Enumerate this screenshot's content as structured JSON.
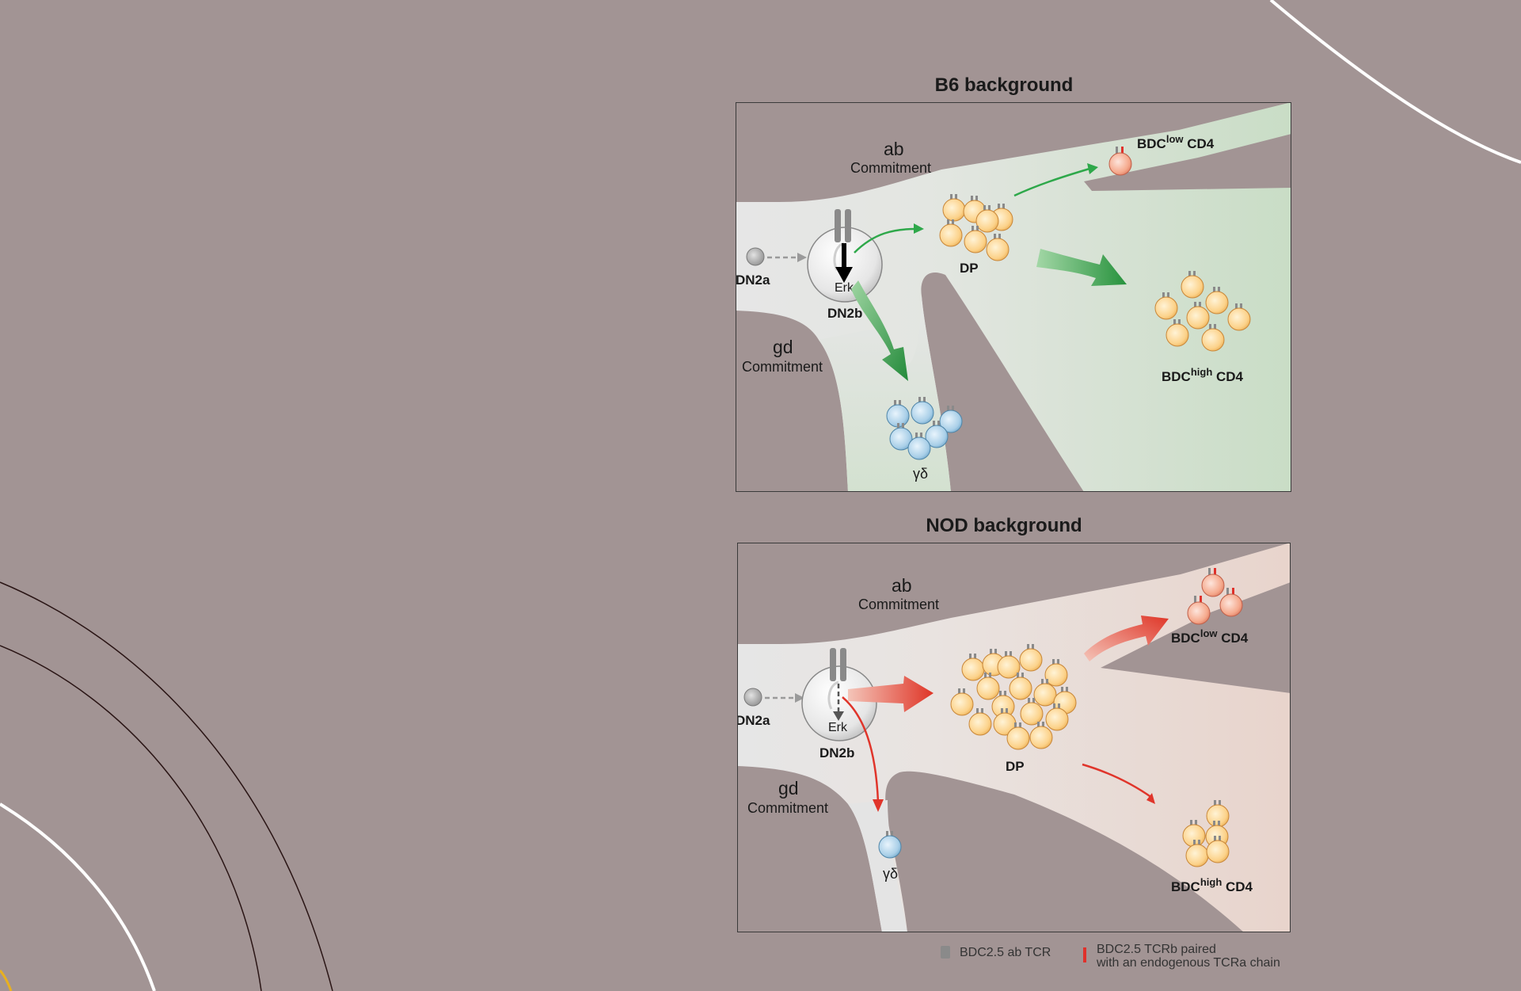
{
  "colors": {
    "background": "#a29494",
    "b6_lineage": "#d6e4d2",
    "nod_lineage": "#ecd9d2",
    "trunk": "#e2e2e2",
    "ab_cell": "#fcd28a",
    "gd_cell": "#a9cfe8",
    "low_cell": "#f5a98c",
    "tcr_grey": "#8a8a8a",
    "tcr_red": "#e0312b",
    "green_arrow": "#2ea84a",
    "red_arrow": "#e0352b"
  },
  "icons": [
    "cell-icon",
    "tcr-receptor-icon",
    "arrow-icon"
  ],
  "b6": {
    "title": "B6 background",
    "ab_line1": "ab",
    "ab_line2": "Commitment",
    "gd_line1": "gd",
    "gd_line2": "Commitment",
    "dn2a": "DN2a",
    "dn2b": "DN2b",
    "erk": "Erk",
    "dp": "DP",
    "gd_label": "γδ",
    "low_prefix": "BDC",
    "low_sup": "low",
    "low_suffix": " CD4",
    "high_prefix": "BDC",
    "high_sup": "high",
    "high_suffix": " CD4"
  },
  "nod": {
    "title": "NOD background",
    "ab_line1": "ab",
    "ab_line2": "Commitment",
    "gd_line1": "gd",
    "gd_line2": "Commitment",
    "dn2a": "DN2a",
    "dn2b": "DN2b",
    "erk": "Erk",
    "dp": "DP",
    "gd_label": "γδ",
    "low_prefix": "BDC",
    "low_sup": "low",
    "low_suffix": " CD4",
    "high_prefix": "BDC",
    "high_sup": "high",
    "high_suffix": " CD4"
  },
  "legend": {
    "grey_label": "BDC2.5 ab TCR",
    "red_line1": "BDC2.5 TCRb paired",
    "red_line2": "with an endogenous TCRa chain"
  }
}
